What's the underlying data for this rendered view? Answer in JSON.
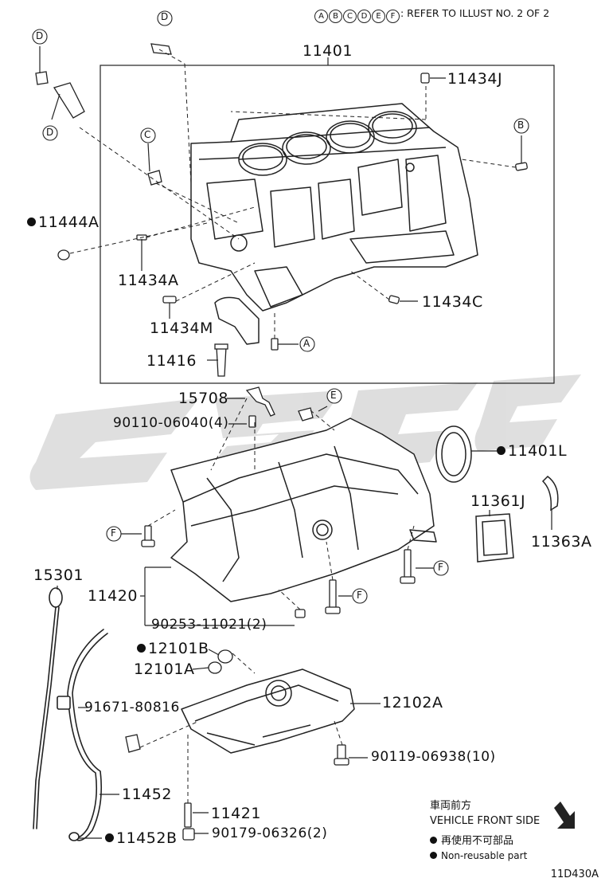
{
  "header": {
    "circles": [
      "A",
      "B",
      "C",
      "D",
      "E",
      "F"
    ],
    "text": ": REFER TO ILLUST NO. 2 OF 2"
  },
  "callouts": {
    "A": "A",
    "B": "B",
    "C": "C",
    "D": "D",
    "E": "E",
    "F": "F"
  },
  "parts": {
    "p11401": "11401",
    "p11434J": "11434J",
    "p11444A": "11444A",
    "p11434A": "11434A",
    "p11434C": "11434C",
    "p11434M": "11434M",
    "p11416": "11416",
    "p15708": "15708",
    "p90110": "90110-06040(4)",
    "p11401L": "11401L",
    "p11361J": "11361J",
    "p11363A": "11363A",
    "p15301": "15301",
    "p11420": "11420",
    "p90253": "90253-11021(2)",
    "p12101B": "12101B",
    "p12101A": "12101A",
    "p91671": "91671-80816",
    "p12102A": "12102A",
    "p90119": "90119-06938(10)",
    "p11452": "11452",
    "p11421": "11421",
    "p90179": "90179-06326(2)",
    "p11452B": "11452B"
  },
  "legend": {
    "front_cn": "車両前方",
    "front_en": "VEHICLE FRONT SIDE",
    "nonreuse_cn": "再使用不可部品",
    "nonreuse_en": "Non-reusable part"
  },
  "illustration_code": "11D430A"
}
